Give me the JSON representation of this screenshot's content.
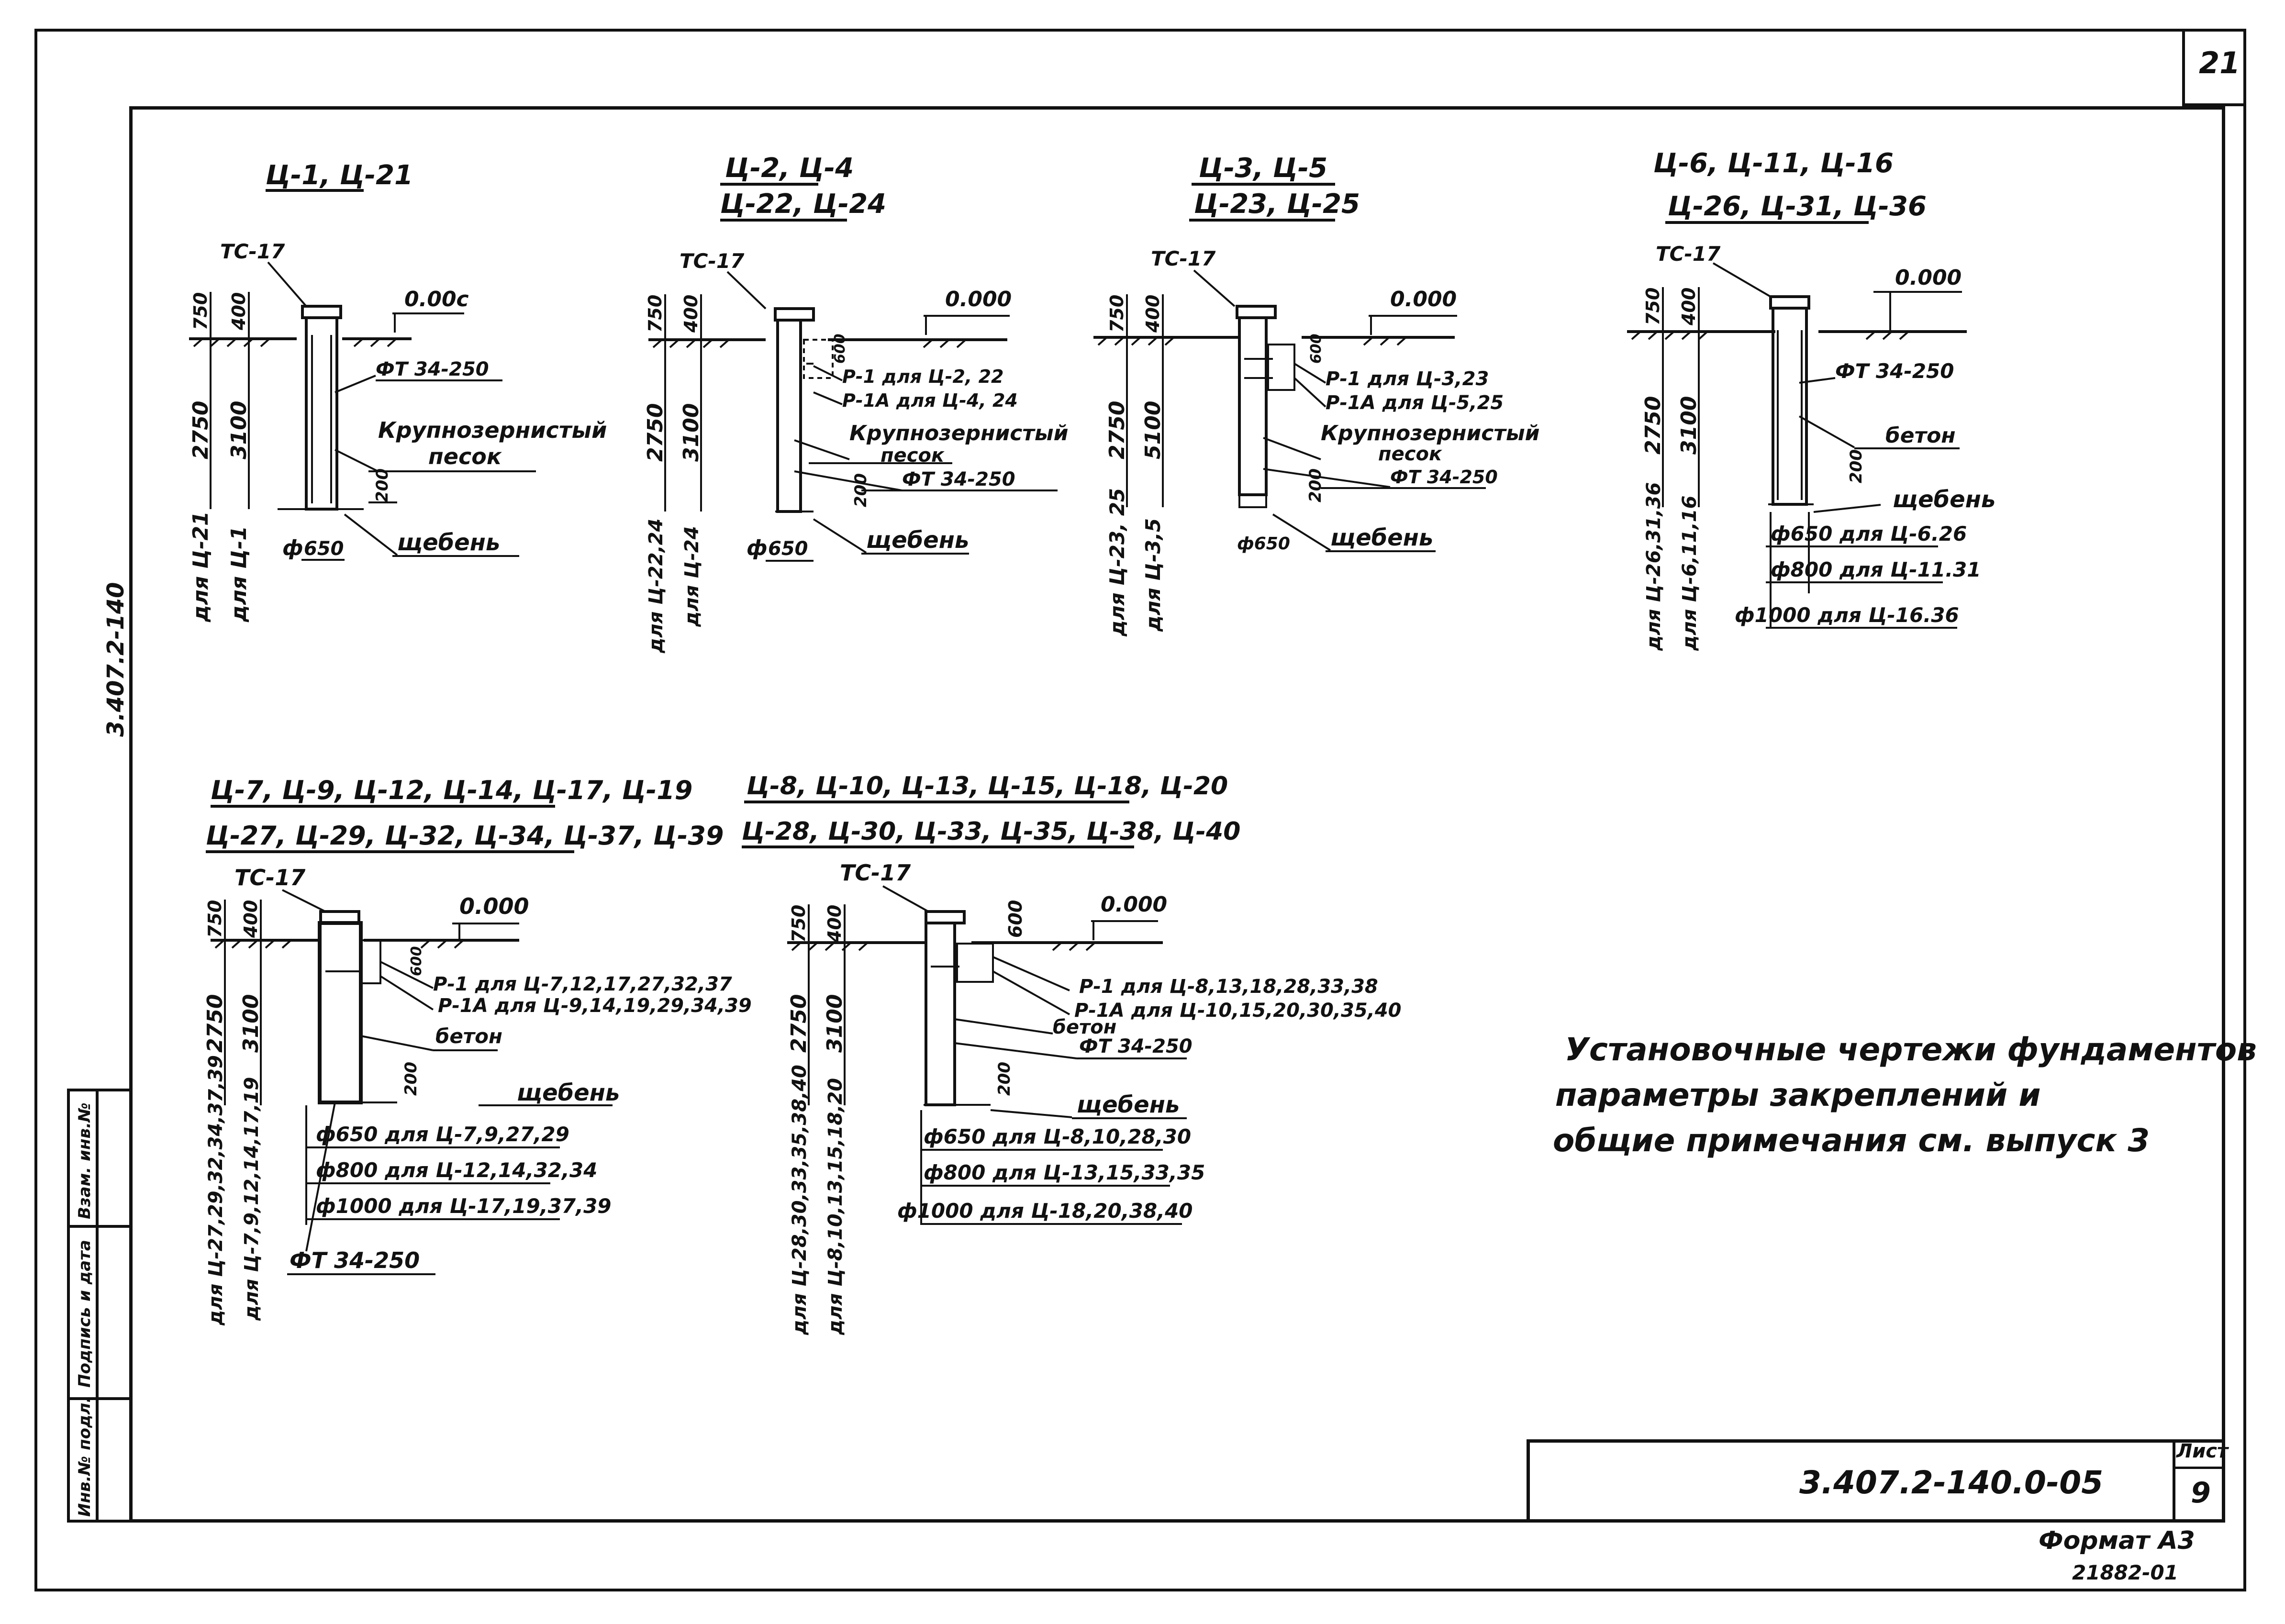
{
  "sheet": {
    "number_top": "21",
    "side_label": "3.407.2-140",
    "stamp_left": [
      "Инв.№ подл.",
      "Подпись и дата",
      "Взам. инв.№"
    ],
    "title_block_code": "3.407.2-140.0-05",
    "list_label": "Лист",
    "list_number": "9",
    "format": "Формат А3",
    "archive_no": "21882-01"
  },
  "note": {
    "line1": "Установочные чертежи фундаментов",
    "line2": "параметры закреплений и",
    "line3": "общие примечания см. выпуск 3"
  },
  "common": {
    "tc": "ТС-17",
    "zero": "0.000",
    "zero_alt": "0.00с",
    "d750": "750",
    "d400": "400",
    "d2750": "2750",
    "d3100": "3100",
    "d5100": "5100",
    "d200": "200",
    "d600": "600",
    "pipe": "ФТ 34-250",
    "sand1": "Крупнозернистый",
    "sand2": "песок",
    "gravel": "щебень",
    "concrete": "бетон",
    "phi": "ф",
    "d650": "650"
  },
  "d1": {
    "title": "Ц-1, Ц-21",
    "for_a": "для Ц-21",
    "for_b": "для Ц-1"
  },
  "d2": {
    "title1": "Ц-2, Ц-4",
    "title2": "Ц-22, Ц-24",
    "r1": "Р-1 для Ц-2, 22",
    "r1a": "Р-1А для Ц-4, 24",
    "for_a": "для Ц-22,24",
    "for_b": "для Ц-24"
  },
  "d3": {
    "title1": "Ц-3, Ц-5",
    "title2": "Ц-23, Ц-25",
    "r1": "Р-1 для Ц-3,23",
    "r1a": "Р-1А для Ц-5,25",
    "for_a": "для Ц-23, 25",
    "for_b": "для Ц-3,5",
    "phi650": "ф650"
  },
  "d4": {
    "title1": "Ц-6, Ц-11, Ц-16",
    "title2": "Ц-26, Ц-31, Ц-36",
    "row1": "ф650 для Ц-6.26",
    "row2": "ф800 для Ц-11.31",
    "row3": "ф1000 для Ц-16.36",
    "for_a": "для Ц-26,31,36",
    "for_b": "для Ц-6,11,16"
  },
  "d5": {
    "title1": "Ц-7, Ц-9, Ц-12, Ц-14, Ц-17, Ц-19",
    "title2": "Ц-27, Ц-29, Ц-32, Ц-34, Ц-37, Ц-39",
    "r1": "Р-1 для Ц-7,12,17,27,32,37",
    "r1a": "Р-1А для Ц-9,14,19,29,34,39",
    "row1": "ф650 для Ц-7,9,27,29",
    "row2": "ф800 для Ц-12,14,32,34",
    "row3": "ф1000 для Ц-17,19,37,39",
    "for_a": "для Ц-27,29,32,34,37,39",
    "for_b": "для Ц-7,9,12,14,17,19"
  },
  "d6": {
    "title1": "Ц-8, Ц-10, Ц-13, Ц-15, Ц-18, Ц-20",
    "title2": "Ц-28, Ц-30, Ц-33, Ц-35, Ц-38, Ц-40",
    "r1": "Р-1 для Ц-8,13,18,28,33,38",
    "r1a": "Р-1А для Ц-10,15,20,30,35,40",
    "row1": "ф650 для Ц-8,10,28,30",
    "row2": "ф800 для Ц-13,15,33,35",
    "row3": "ф1000 для Ц-18,20,38,40",
    "for_a": "для Ц-28,30,33,35,38,40",
    "for_b": "для Ц-8,10,13,15,18,20"
  }
}
